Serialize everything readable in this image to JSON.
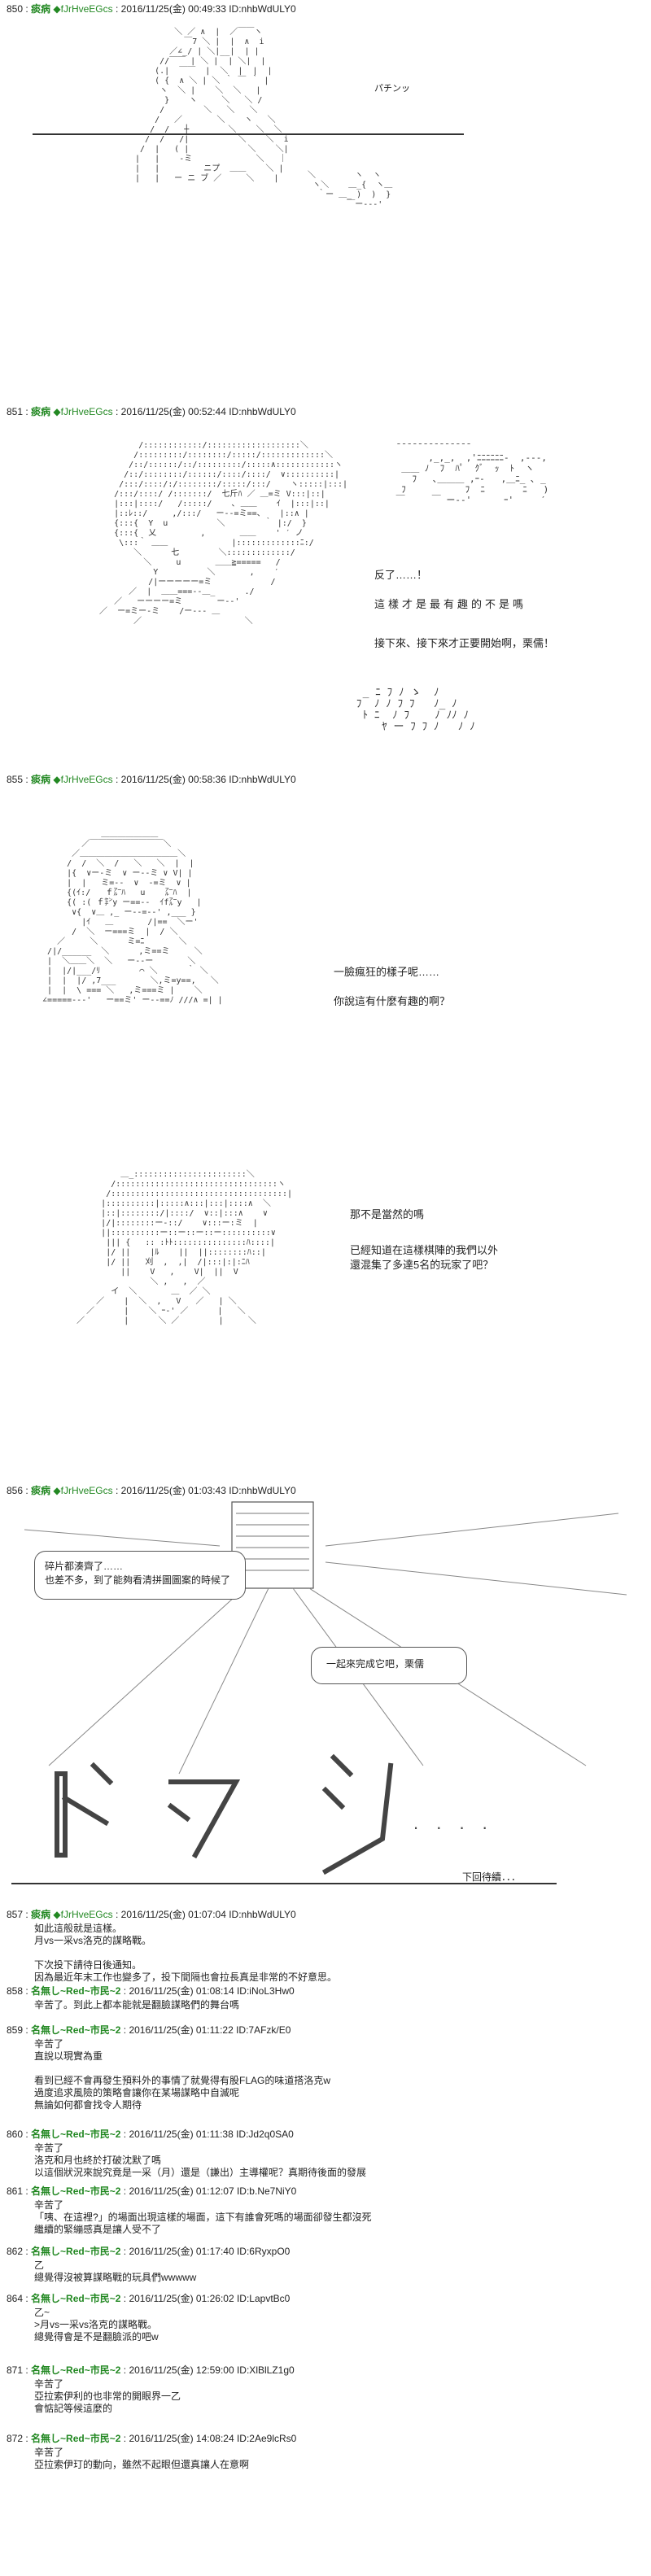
{
  "posts": [
    {
      "num": "850",
      "name": "痰病",
      "trip": "◆fJrHveEGcs",
      "meta": "2016/11/25(金) 00:49:33 ID:nhbWdULY0"
    },
    {
      "num": "851",
      "name": "痰病",
      "trip": "◆fJrHveEGcs",
      "meta": "2016/11/25(金) 00:52:44 ID:nhbWdULY0"
    },
    {
      "num": "855",
      "name": "痰病",
      "trip": "◆fJrHveEGcs",
      "meta": "2016/11/25(金) 00:58:36 ID:nhbWdULY0"
    },
    {
      "num": "856",
      "name": "痰病",
      "trip": "◆fJrHveEGcs",
      "meta": "2016/11/25(金) 01:03:43 ID:nhbWdULY0"
    },
    {
      "num": "857",
      "name": "痰病",
      "trip": "◆fJrHveEGcs",
      "meta": "2016/11/25(金) 01:07:04 ID:nhbWdULY0",
      "body": "如此這般就是這樣。\n月vs一采vs洛克的謀略戰。\n\n下次投下請待日後通知。\n因為最近年末工作也變多了，投下間隔也會拉長真是非常的不好意思。"
    },
    {
      "num": "858",
      "name": "名無し~Red~市民~2",
      "meta": "2016/11/25(金) 01:08:14 ID:iNoL3Hw0",
      "body": "辛苦了。到此上都本能就是翻臉謀略們的舞台嗎"
    },
    {
      "num": "859",
      "name": "名無し~Red~市民~2",
      "meta": "2016/11/25(金) 01:11:22 ID:7AFzk/E0",
      "body": "辛苦了\n直說以現實為重\n\n看到已經不會再發生預料外的事情了就覺得有股FLAG的味道搭洛克w\n過度追求風險的策略會讓你在某場謀略中自滅呢\n無論如何都會找令人期待"
    },
    {
      "num": "860",
      "name": "名無し~Red~市民~2",
      "meta": "2016/11/25(金) 01:11:38 ID:Jd2q0SA0",
      "body": "辛苦了\n洛克和月也終於打破沈默了嗎\n以這個狀況來說究竟是一采（月）還是（謙出）主導權呢？真期待後面的發展"
    },
    {
      "num": "861",
      "name": "名無し~Red~市民~2",
      "meta": "2016/11/25(金) 01:12:07 ID:b.Ne7NiY0",
      "body": "辛苦了\n「咦、在這裡?」的場面出現這樣的場面，這下有誰會死嗎的場面卻發生都沒死\n繼續的緊繃感真是讓人受不了"
    },
    {
      "num": "862",
      "name": "名無し~Red~市民~2",
      "meta": "2016/11/25(金) 01:17:40 ID:6RyxpO0",
      "body": "乙\n總覺得沒被算謀略戰的玩具們wwwww"
    },
    {
      "num": "864",
      "name": "名無し~Red~市民~2",
      "meta": "2016/11/25(金) 01:26:02 ID:LapvtBc0",
      "body": "乙~\n>月vs一采vs洛克的謀略戰。\n總覺得會是不是翻臉派的吧w"
    },
    {
      "num": "871",
      "name": "名無し~Red~市民~2",
      "meta": "2016/11/25(金) 12:59:00 ID:XlBlLZ1g0",
      "body": "辛苦了\n亞拉索伊利的也非常的開眼界一乙\n會惦記等候這麼的"
    },
    {
      "num": "872",
      "name": "名無し~Red~市民~2",
      "meta": "2016/11/25(金) 14:08:24 ID:2Ae9lcRs0",
      "body": "辛苦了\n亞拉索伊玎的動向，雖然不起眼但還真讓人在意啊"
    }
  ],
  "scene850": {
    "sfx": "パチンッ"
  },
  "scene851": {
    "lines": [
      "反了……！",
      "這樣才是最有趣的不是嗎",
      "接下來、接下來才正要開始啊，栗儒！"
    ]
  },
  "scene855": {
    "lines_top": [
      "一臉瘋狂的樣子呢……",
      "你說這有什麼有趣的啊？"
    ],
    "lines_bottom": [
      "那不是當然的嗎",
      "已經知道在這樣棋陣的我們以外\n還混集了多達5名的玩家了吧？"
    ]
  },
  "scene856": {
    "bubble_left": "碎片都湊齊了……\n也差不多，到了能夠看清拼圖圖案的時候了",
    "bubble_right": "一起來完成它吧，栗儒",
    "dokun": "ド ク ン . . . .",
    "continue": "下回待續．．．"
  }
}
